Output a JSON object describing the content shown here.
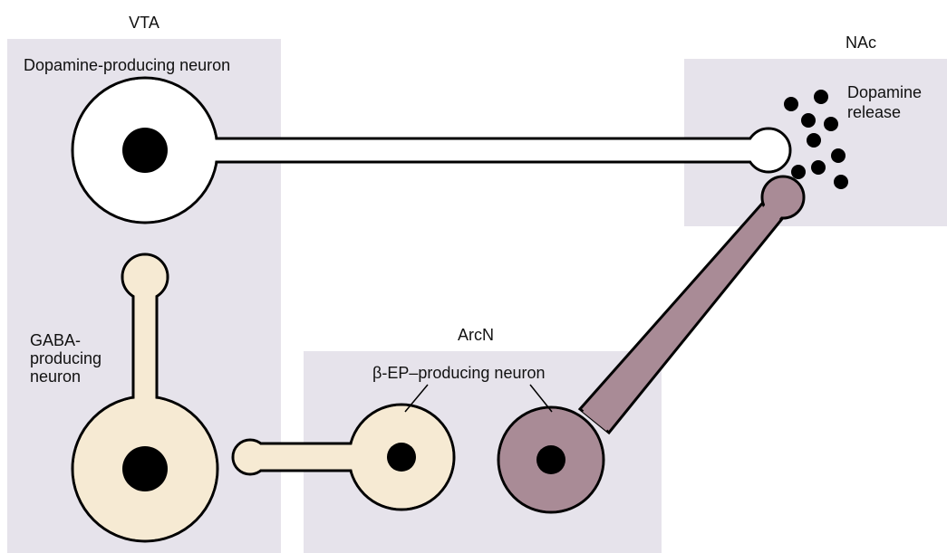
{
  "regions": {
    "vta": {
      "label": "VTA"
    },
    "nac": {
      "label": "NAc"
    },
    "arcn": {
      "label": "ArcN"
    }
  },
  "labels": {
    "dopamine_neuron": "Dopamine-producing neuron",
    "dopamine_release": [
      "Dopamine",
      "release"
    ],
    "gaba_neuron": [
      "GABA-",
      "producing",
      "neuron"
    ],
    "bep_neuron": "β-EP–producing neuron"
  },
  "colors": {
    "region_fill": "#e6e3eb",
    "dopamine_neuron": "#ffffff",
    "gaba_neuron": "#f6ead3",
    "bep_neuron_left": "#f6ead3",
    "bep_neuron_right": "#a98b96",
    "nucleus": "#000000"
  }
}
